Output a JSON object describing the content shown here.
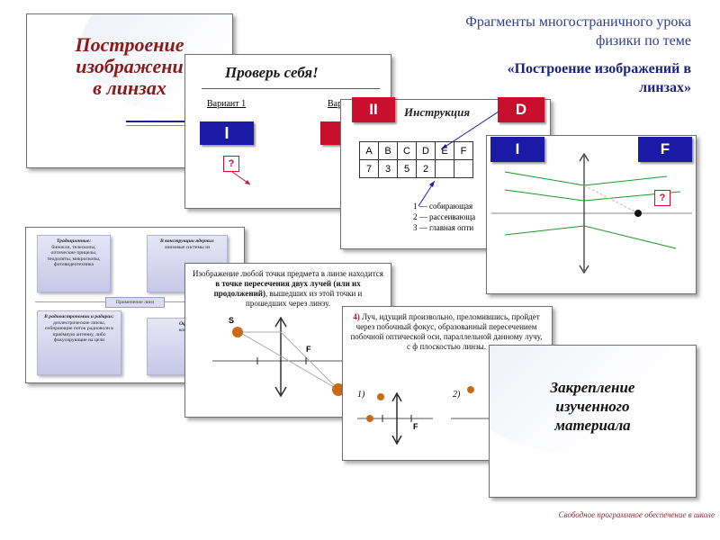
{
  "header": {
    "line1": "Фрагменты многостраничного урока",
    "line2": "физики по теме",
    "topic_line1": "«Построение изображений в",
    "topic_line2": "линзах»"
  },
  "footer": "Свободное программное обеспечение в школе",
  "slides": {
    "title": {
      "line1": "Построение",
      "line2": "изображени",
      "line3": "в линзах"
    },
    "check": {
      "title": "Проверь себя!",
      "variant1": "Вариант 1",
      "variant2": "Вари",
      "box_i": "I",
      "question": "?"
    },
    "instruction": {
      "badge_ii": "II",
      "title": "Инструкция",
      "badge_d": "D",
      "table_header": [
        "A",
        "B",
        "C",
        "D",
        "E",
        "F"
      ],
      "table_values": [
        "7",
        "3",
        "5",
        "2",
        "",
        ""
      ],
      "item1": "1 — собирающая",
      "item2": "2 — рассеивающа",
      "item3": "3 — главная опти"
    },
    "lens_diagram": {
      "badge_i": "I",
      "badge_f": "F",
      "question": "?"
    },
    "scheme": {
      "box1_title": "Традиционные:",
      "box1_text": "бинокли, телескопы, оптические прицелы, теодолиты, микроскопы, фотовидеотехника",
      "box2_title": "В конструкции ядерных",
      "box2_text": "линзовые системы из",
      "center_label": "Применение линз",
      "box3_title": "В радиоастрономии и радарах:",
      "box3_text": "диэлектрические линзы, собирающие поток радиоволн в приёмную антенну, либо фокусирующие на цели",
      "box4_title": "Офтал",
      "box4_text": "контакт"
    },
    "image_point": {
      "text_a": "Изображение любой точки предмета в линзе находится ",
      "text_b": "в точке пересечения двух лучей (или их продолжений)",
      "text_c": ", вышедших из этой точки и прошедших через линзу.",
      "label_s": "S",
      "label_f": "F"
    },
    "ray_rule": {
      "num": "4)",
      "text": " Луч, идущий произвольно, преломившись, пройдет через побочный фокус, образованный пересечением побочной оптической оси, параллельной данному лучу, с ф плоскостью линзы.",
      "case1": "1)",
      "case2": "2)",
      "label_f": "F"
    },
    "consolidation": {
      "line1": "Закрепление",
      "line2": "изученного",
      "line3": "материала"
    }
  }
}
